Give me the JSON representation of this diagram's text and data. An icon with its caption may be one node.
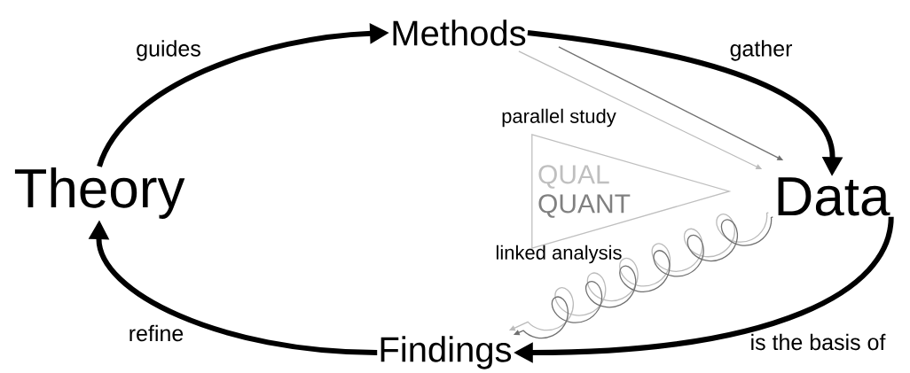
{
  "diagram": {
    "nodes": [
      {
        "text": [
          "Methods"
        ]
      },
      {
        "text": [
          "Data"
        ]
      },
      {
        "text": [
          "Findings"
        ]
      },
      {
        "text": [
          "Theory"
        ]
      },
      {
        "text": [
          "QUAL",
          "QUANT"
        ]
      }
    ],
    "edges": [
      {
        "from": 3,
        "to": 0,
        "arrow": "to",
        "label": "guides",
        "style": "thick"
      },
      {
        "from": 0,
        "to": 1,
        "arrow": "to",
        "label": "gather",
        "style": "thick"
      },
      {
        "from": 1,
        "to": 2,
        "arrow": "to",
        "label": "is the basis of",
        "style": "thick"
      },
      {
        "from": 2,
        "to": 3,
        "arrow": "to",
        "label": "refine",
        "style": "thick"
      },
      {
        "from": 0,
        "to": 1,
        "arrow": "to",
        "color": "#bbbbbb"
      },
      {
        "from": 0,
        "to": 1,
        "arrow": "to",
        "color": "#707070"
      },
      {
        "from": 1,
        "to": 2,
        "arrow": "to",
        "color": "#bbbbbb"
      },
      {
        "from": 1,
        "to": 2,
        "arrow": "to",
        "color": "#707070"
      }
    ],
    "labels": [
      "parallel study",
      "linked analysis"
    ]
  }
}
